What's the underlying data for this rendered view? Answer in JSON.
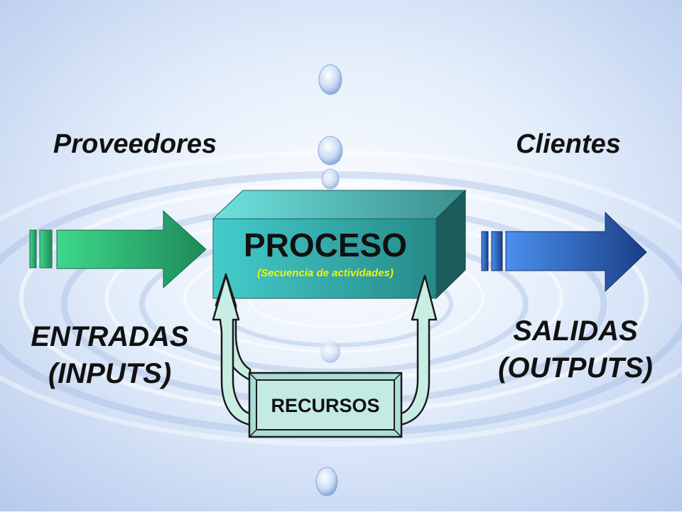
{
  "diagram": {
    "suppliers": "Proveedores",
    "clients": "Clientes",
    "process": {
      "title": "PROCESO",
      "subtitle": "(Secuencia de actividades)"
    },
    "inputs": [
      "ENTRADAS",
      "(INPUTS)"
    ],
    "outputs": [
      "SALIDAS",
      "(OUTPUTS)"
    ],
    "resources": "RECURSOS"
  },
  "colors": {
    "background_light": "#eef5fd",
    "background_deep": "#b6c9ec",
    "input_arrow_start": "#3ed88a",
    "input_arrow_end": "#1e8a5a",
    "output_arrow_start": "#4a90ee",
    "output_arrow_end": "#1b3e86",
    "process_front": "#3ec4c4",
    "process_top": "#5fd6d4",
    "process_side": "#1b5a58",
    "process_subtitle": "#f7f200",
    "resources_box": "#c4eae4",
    "resources_arrows": "#c8eee4"
  }
}
